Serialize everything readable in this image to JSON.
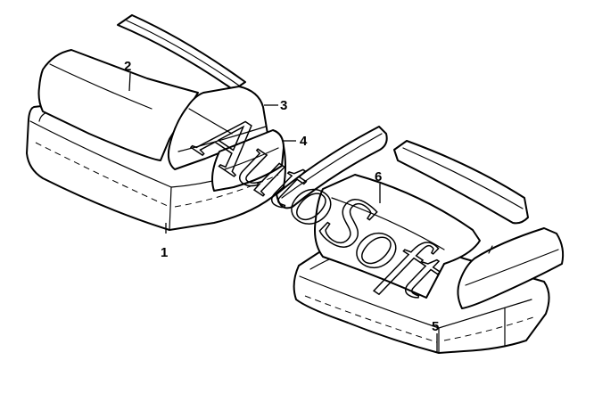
{
  "callouts": [
    {
      "id": "1",
      "label": "1"
    },
    {
      "id": "2",
      "label": "2"
    },
    {
      "id": "3",
      "label": "3"
    },
    {
      "id": "4",
      "label": "4"
    },
    {
      "id": "5",
      "label": "5"
    },
    {
      "id": "6",
      "label": "6"
    }
  ],
  "watermark": {
    "text": "AutoSoft"
  },
  "colors": {
    "line": "#000000",
    "background": "#ffffff"
  }
}
